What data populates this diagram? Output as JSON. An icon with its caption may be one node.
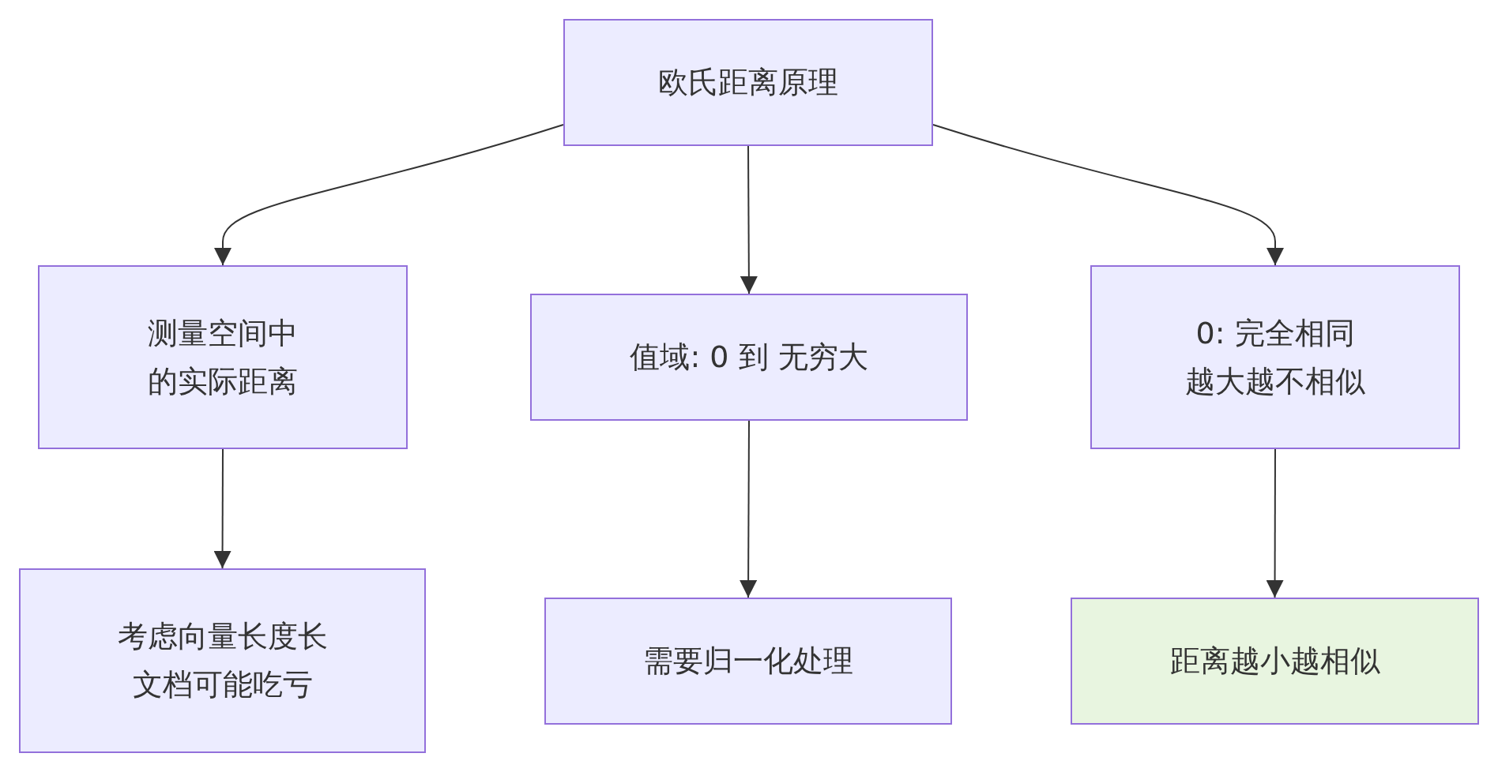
{
  "diagram": {
    "nodes": [
      {
        "text": [
          "欧氏距离原理"
        ]
      },
      {
        "text": [
          "测量空间中的实际距离"
        ]
      },
      {
        "text": [
          "值域: 0 到 无穷大"
        ]
      },
      {
        "text": [
          "0: 完全相同越大越不相似"
        ]
      },
      {
        "text": [
          "考虑向量长度长文档可能吃亏"
        ]
      },
      {
        "text": [
          "需要归一化处理"
        ]
      },
      {
        "text": [
          "距离越小越相似"
        ]
      }
    ],
    "edges": [
      {
        "from": 0,
        "to": 1,
        "arrow": "to"
      },
      {
        "from": 0,
        "to": 2,
        "arrow": "to"
      },
      {
        "from": 0,
        "to": 3,
        "arrow": "to"
      },
      {
        "from": 1,
        "to": 4,
        "arrow": "to"
      },
      {
        "from": 2,
        "to": 5,
        "arrow": "to"
      },
      {
        "from": 3,
        "to": 6,
        "arrow": "to"
      }
    ]
  }
}
